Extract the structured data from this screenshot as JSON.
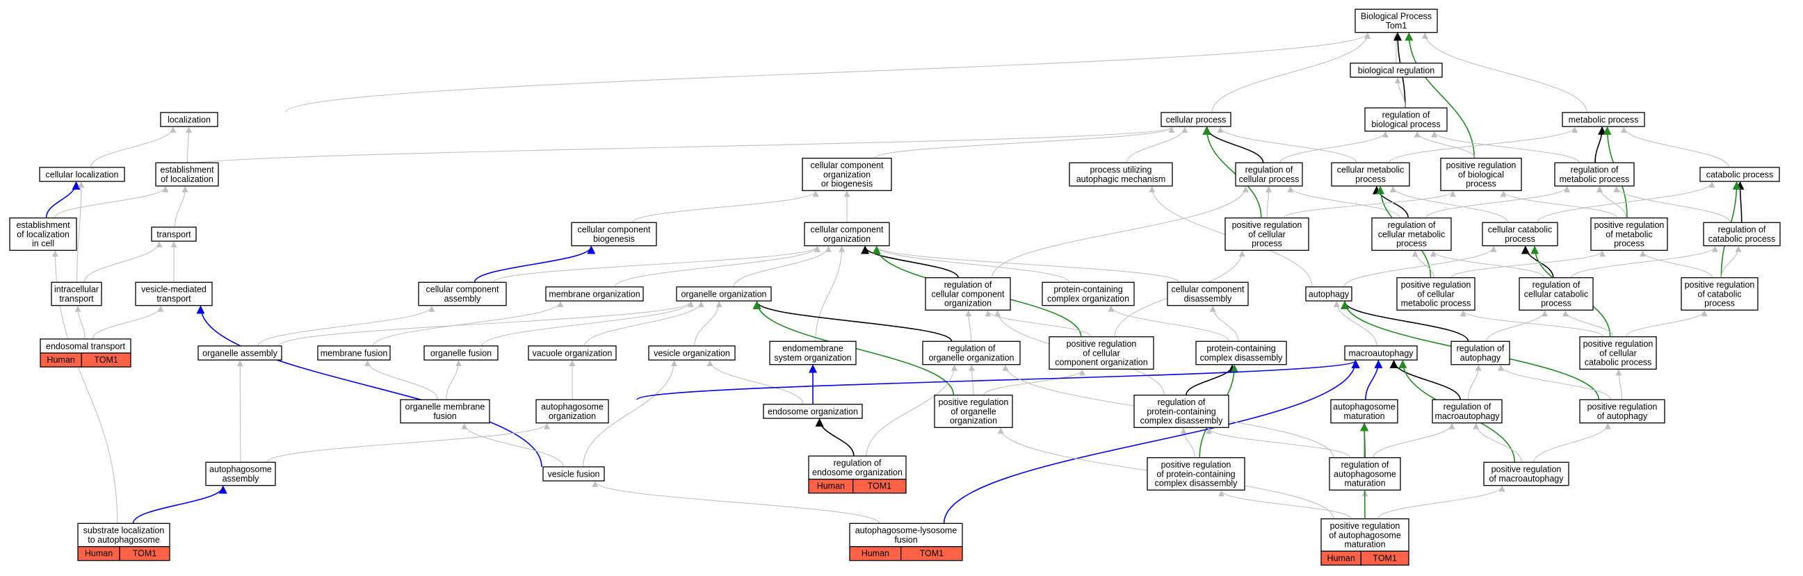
{
  "nodes": {
    "bp": [
      "Biological Process",
      "Tom1"
    ],
    "biological_regulation": [
      "biological regulation"
    ],
    "localization": [
      "localization"
    ],
    "cellular_process": [
      "cellular process"
    ],
    "reg_biological_process": [
      "regulation of",
      "biological process"
    ],
    "metabolic_process": [
      "metabolic process"
    ],
    "cellular_localization": [
      "cellular localization"
    ],
    "establishment_localization": [
      "establishment",
      "of localization"
    ],
    "ccob": [
      "cellular component",
      "organization",
      "or biogenesis"
    ],
    "process_autophagic": [
      "process utilizing",
      "autophagic mechanism"
    ],
    "reg_cellular_process": [
      "regulation of",
      "cellular process"
    ],
    "cellular_metabolic_process": [
      "cellular metabolic",
      "process"
    ],
    "pos_reg_biological_process": [
      "positive regulation",
      "of biological",
      "process"
    ],
    "reg_metabolic_process": [
      "regulation of",
      "metabolic process"
    ],
    "catabolic_process": [
      "catabolic process"
    ],
    "establishment_loc_cell": [
      "establishment",
      "of localization",
      "in cell"
    ],
    "transport": [
      "transport"
    ],
    "cc_biogenesis": [
      "cellular component",
      "biogenesis"
    ],
    "cc_organization": [
      "cellular component",
      "organization"
    ],
    "pos_reg_cellular_process": [
      "positive regulation",
      "of cellular",
      "process"
    ],
    "reg_cellular_metabolic": [
      "regulation of",
      "cellular metabolic",
      "process"
    ],
    "cellular_catabolic": [
      "cellular catabolic",
      "process"
    ],
    "pos_reg_metabolic": [
      "positive regulation",
      "of metabolic",
      "process"
    ],
    "reg_catabolic": [
      "regulation of",
      "catabolic process"
    ],
    "intracellular_transport": [
      "intracellular",
      "transport"
    ],
    "vesicle_mediated_transport": [
      "vesicle-mediated",
      "transport"
    ],
    "cc_assembly": [
      "cellular component",
      "assembly"
    ],
    "membrane_organization": [
      "membrane organization"
    ],
    "organelle_organization": [
      "organelle organization"
    ],
    "reg_cc_organization": [
      "regulation of",
      "cellular component",
      "organization"
    ],
    "protein_complex_org": [
      "protein-containing",
      "complex organization"
    ],
    "cc_disassembly": [
      "cellular component",
      "disassembly"
    ],
    "autophagy": [
      "autophagy"
    ],
    "pos_reg_cell_metabolic": [
      "positive regulation",
      "of cellular",
      "metabolic process"
    ],
    "reg_cell_catabolic": [
      "regulation of",
      "cellular catabolic",
      "process"
    ],
    "pos_reg_catabolic": [
      "positive regulation",
      "of catabolic",
      "process"
    ],
    "endosomal_transport": [
      "endosomal transport"
    ],
    "organelle_assembly": [
      "organelle assembly"
    ],
    "membrane_fusion": [
      "membrane fusion"
    ],
    "organelle_fusion": [
      "organelle fusion"
    ],
    "vacuole_organization": [
      "vacuole organization"
    ],
    "vesicle_organization": [
      "vesicle organization"
    ],
    "endomembrane_org": [
      "endomembrane",
      "system organization"
    ],
    "reg_organelle_org": [
      "regulation of",
      "organelle organization"
    ],
    "pos_reg_cc_org": [
      "positive regulation",
      "of cellular",
      "component organization"
    ],
    "protein_complex_disassembly": [
      "protein-containing",
      "complex disassembly"
    ],
    "macroautophagy": [
      "macroautophagy"
    ],
    "reg_autophagy": [
      "regulation of",
      "autophagy"
    ],
    "pos_reg_cell_catabolic": [
      "positive regulation",
      "of cellular",
      "catabolic process"
    ],
    "organelle_membrane_fusion": [
      "organelle membrane",
      "fusion"
    ],
    "autophagosome_org": [
      "autophagosome",
      "organization"
    ],
    "endosome_org": [
      "endosome organization"
    ],
    "pos_reg_organelle_org": [
      "positive regulation",
      "of organelle",
      "organization"
    ],
    "reg_protein_complex_dis": [
      "regulation of",
      "protein-containing",
      "complex disassembly"
    ],
    "autophagosome_maturation": [
      "autophagosome",
      "maturation"
    ],
    "reg_macroautophagy": [
      "regulation of",
      "macroautophagy"
    ],
    "pos_reg_autophagy": [
      "positive regulation",
      "of autophagy"
    ],
    "autophagosome_assembly": [
      "autophagosome",
      "assembly"
    ],
    "vesicle_fusion": [
      "vesicle fusion"
    ],
    "reg_endosome_org": [
      "regulation of",
      "endosome organization"
    ],
    "pos_reg_protein_complex_dis": [
      "positive regulation",
      "of protein-containing",
      "complex disassembly"
    ],
    "reg_autophagosome_mat": [
      "regulation of",
      "autophagosome",
      "maturation"
    ],
    "pos_reg_macroautophagy": [
      "positive regulation",
      "of macroautophagy"
    ],
    "substrate_localization": [
      "substrate localization",
      "to autophagosome"
    ],
    "autophagosome_lysosome_fusion": [
      "autophagosome-lysosome",
      "fusion"
    ],
    "pos_reg_autophagosome_mat": [
      "positive regulation",
      "of autophagosome",
      "maturation"
    ]
  },
  "annotation": {
    "species": "Human",
    "gene": "TOM1"
  },
  "annotated_nodes": [
    "endosomal_transport",
    "reg_endosome_org",
    "substrate_localization",
    "autophagosome_lysosome_fusion",
    "pos_reg_autophagosome_mat"
  ],
  "edge_types": {
    "is_a": "#c0c0c0",
    "regulates": "#000000",
    "positively_regulates": "#228b22",
    "part_of": "#0000ee"
  },
  "colors": {
    "annotation_fill": "#ff6347",
    "node_fill": "#ffffff",
    "border": "#000000"
  }
}
